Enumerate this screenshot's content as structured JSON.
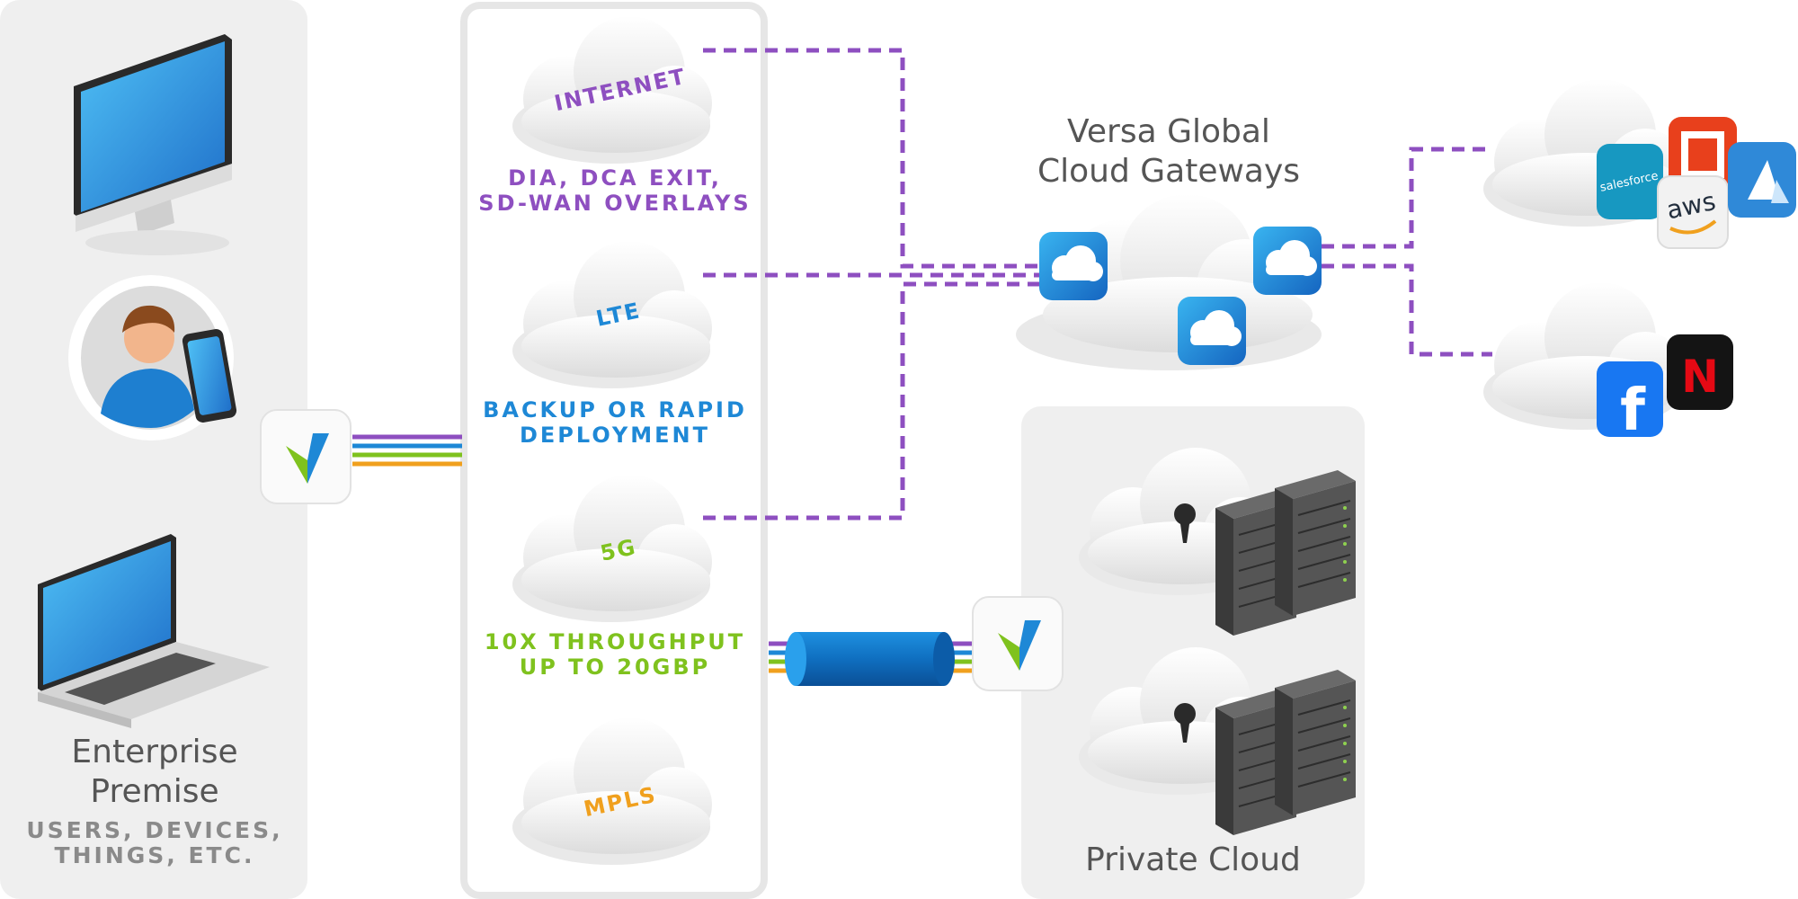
{
  "enterprise": {
    "title_line1": "Enterprise",
    "title_line2": "Premise",
    "subtitle_line1": "USERS, DEVICES,",
    "subtitle_line2": "THINGS, ETC."
  },
  "transports": [
    {
      "name": "INTERNET",
      "caption_line1": "DIA, DCA EXIT,",
      "caption_line2": "SD-WAN OVERLAYS",
      "color": "#8e4fc0"
    },
    {
      "name": "LTE",
      "caption_line1": "BACKUP OR RAPID",
      "caption_line2": "DEPLOYMENT",
      "color": "#1e88d6"
    },
    {
      "name": "5G",
      "caption_line1": "10X THROUGHPUT",
      "caption_line2": "UP TO 20GBP",
      "color": "#7fc21e"
    },
    {
      "name": "MPLS",
      "caption_line1": "",
      "caption_line2": "",
      "color": "#f0a01e"
    }
  ],
  "gateways": {
    "title_line1": "Versa Global",
    "title_line2": "Cloud Gateways"
  },
  "private_cloud": {
    "title": "Private Cloud"
  },
  "saas": {
    "row1": [
      {
        "name": "salesforce-logo",
        "label": "salesforce",
        "color": "#1798c1"
      },
      {
        "name": "office-logo",
        "label": "",
        "color": "#e8401c"
      },
      {
        "name": "aws-logo",
        "label": "aws",
        "color": "#232f3e"
      },
      {
        "name": "azure-logo",
        "label": "",
        "color": "#2f89d8"
      }
    ],
    "row2": [
      {
        "name": "facebook-logo",
        "label": "f",
        "color": "#1877f2"
      },
      {
        "name": "netflix-logo",
        "label": "N",
        "color": "#e50914"
      }
    ]
  },
  "colors": {
    "panel": "#efefef",
    "dashed": "#8e4fc0",
    "versa_blue": "#1e7fd0",
    "text_gray": "#555555",
    "caps_gray": "#8a8a8a"
  }
}
